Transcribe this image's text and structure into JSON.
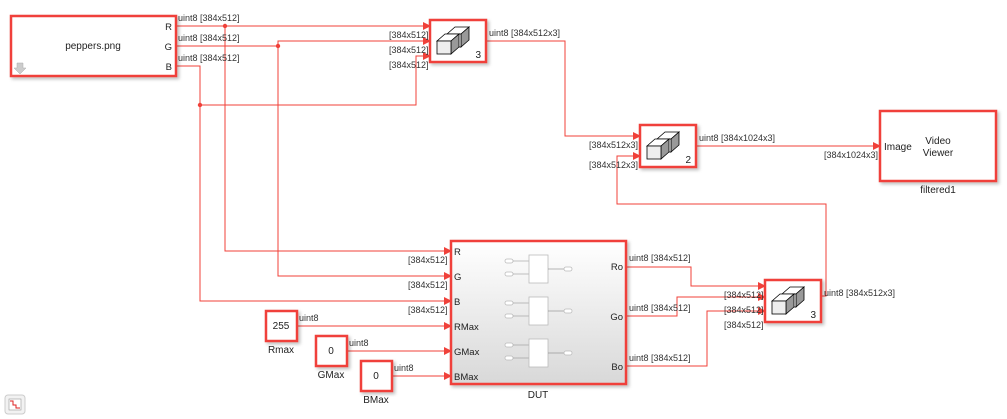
{
  "blocks": {
    "source": {
      "name": "peppers.png",
      "ports": [
        "R",
        "G",
        "B"
      ]
    },
    "concat1": {
      "dim": "3"
    },
    "concat2": {
      "dim": "2"
    },
    "concat3": {
      "dim": "3"
    },
    "viewer": {
      "port": "Image",
      "line1": "Video",
      "line2": "Viewer",
      "name": "filtered1"
    },
    "dut": {
      "name": "DUT",
      "in_ports": [
        "R",
        "G",
        "B",
        "RMax",
        "GMax",
        "BMax"
      ],
      "out_ports": [
        "Ro",
        "Go",
        "Bo"
      ]
    },
    "rmax": {
      "value": "255",
      "name": "Rmax"
    },
    "gmax": {
      "value": "0",
      "name": "GMax"
    },
    "bmax": {
      "value": "0",
      "name": "BMax"
    }
  },
  "signals": {
    "src_r": "uint8 [384x512]",
    "src_g": "uint8 [384x512]",
    "src_b": "uint8 [384x512]",
    "dim_384x512": "[384x512]",
    "concat1_out": "uint8 [384x512x3]",
    "dim_384x512x3": "[384x512x3]",
    "concat2_out": "uint8 [384x1024x3]",
    "viewer_in": "[384x1024x3]",
    "dut_ro": "uint8 [384x512]",
    "dut_go": "uint8 [384x512]",
    "dut_bo": "uint8 [384x512]",
    "concat3_out": "uint8 [384x512x3]",
    "const_type": "uint8"
  }
}
